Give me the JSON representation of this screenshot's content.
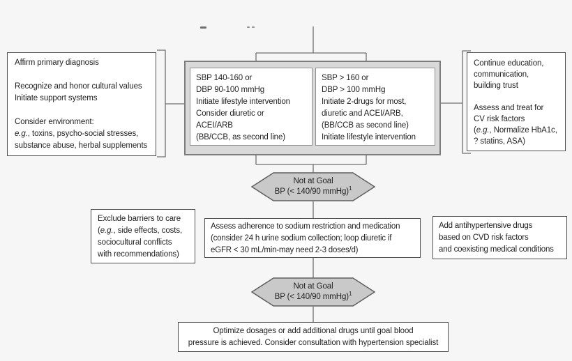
{
  "colors": {
    "background": "#f6f6f6",
    "box_fill": "#ffffff",
    "box_border": "#4f4f4f",
    "container_fill": "#d9d9d9",
    "container_border": "#7d7d7d",
    "hexagon_fill": "#c9c9c9",
    "hexagon_border": "#5f5f5f",
    "connector": "#6f6f6f",
    "text": "#1f1f1f"
  },
  "diagram": {
    "affirm_box": {
      "lines": [
        [
          {
            "t": "Affirm primary diagnosis"
          }
        ],
        [],
        [
          {
            "t": "Recognize and honor cultural values"
          }
        ],
        [
          {
            "t": "Initiate support systems"
          }
        ],
        [],
        [
          {
            "t": "Consider environment:"
          }
        ],
        [
          {
            "t": "e.g.",
            "i": true
          },
          {
            "t": ", toxins, psycho-social stresses,"
          }
        ],
        [
          {
            "t": "substance abuse, herbal supplements"
          }
        ]
      ]
    },
    "sbp_moderate_box": {
      "lines": [
        [
          {
            "t": "SBP 140-160 or"
          }
        ],
        [
          {
            "t": "DBP 90-100 mmHg"
          }
        ],
        [
          {
            "t": "Initiate lifestyle intervention"
          }
        ],
        [
          {
            "t": "Consider diuretic or"
          }
        ],
        [
          {
            "t": "ACEI/ARB"
          }
        ],
        [
          {
            "t": "(BB/CCB, as second line)"
          }
        ]
      ]
    },
    "sbp_severe_box": {
      "lines": [
        [
          {
            "t": "SBP > 160 or"
          }
        ],
        [
          {
            "t": "DBP > 100 mmHg"
          }
        ],
        [
          {
            "t": "Initiate 2-drugs for most,"
          }
        ],
        [
          {
            "t": "diuretic and ACEI/ARB,"
          }
        ],
        [
          {
            "t": "(BB/CCB as second line)"
          }
        ],
        [
          {
            "t": "Initiate lifestyle intervention"
          }
        ]
      ]
    },
    "education_box": {
      "lines": [
        [
          {
            "t": "Continue education,"
          }
        ],
        [
          {
            "t": "communication,"
          }
        ],
        [
          {
            "t": "building trust"
          }
        ],
        [],
        [
          {
            "t": "Assess and treat for"
          }
        ],
        [
          {
            "t": "CV risk factors"
          }
        ],
        [
          {
            "t": "("
          },
          {
            "t": "e.g.",
            "i": true
          },
          {
            "t": ", Normalize HbA1c,"
          }
        ],
        [
          {
            "t": "? statins, ASA)"
          }
        ]
      ]
    },
    "not_at_goal_1": {
      "lines": [
        [
          {
            "t": "Not at Goal"
          }
        ],
        [
          {
            "t": "BP (< 140/90 mmHg)"
          },
          {
            "t": "1",
            "sup": true
          }
        ]
      ]
    },
    "barriers_box": {
      "lines": [
        [
          {
            "t": "Exclude barriers to care"
          }
        ],
        [
          {
            "t": "("
          },
          {
            "t": "e.g.",
            "i": true
          },
          {
            "t": ", side effects, costs,"
          }
        ],
        [
          {
            "t": "sociocultural conflicts"
          }
        ],
        [
          {
            "t": "with recommendations)"
          }
        ]
      ]
    },
    "adherence_box": {
      "lines": [
        [
          {
            "t": "Assess adherence to sodium restriction and medication"
          }
        ],
        [
          {
            "t": "(consider 24 h urine sodium collection; loop diuretic if"
          }
        ],
        [
          {
            "t": "eGFR < 30 mL/min-may need 2-3 doses/d)"
          }
        ]
      ]
    },
    "add_drugs_box": {
      "lines": [
        [
          {
            "t": "Add antihypertensive drugs"
          }
        ],
        [
          {
            "t": "based on CVD risk factors"
          }
        ],
        [
          {
            "t": "and coexisting medical conditions"
          }
        ]
      ]
    },
    "not_at_goal_2": {
      "lines": [
        [
          {
            "t": "Not at Goal"
          }
        ],
        [
          {
            "t": "BP (< 140/90 mmHg)"
          },
          {
            "t": "1",
            "sup": true
          }
        ]
      ]
    },
    "optimize_box": {
      "lines": [
        [
          {
            "t": "Optimize dosages or add additional drugs until goal blood"
          }
        ],
        [
          {
            "t": "pressure is achieved. Consider consultation with hypertension specialist"
          }
        ]
      ]
    }
  }
}
